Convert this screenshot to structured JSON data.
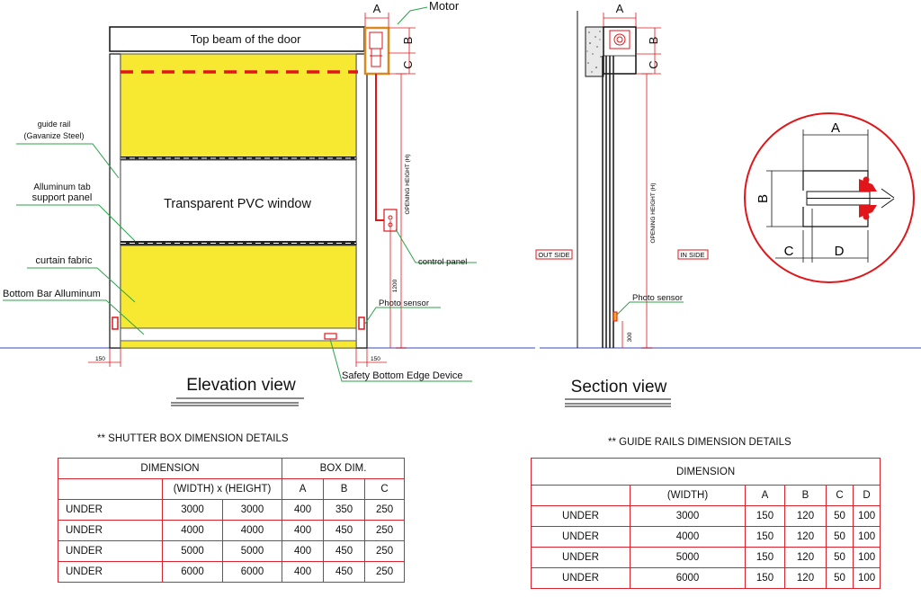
{
  "elevation": {
    "top_beam": "Top beam of the door",
    "motor": "Motor",
    "guide_rail_1": "guide rail",
    "guide_rail_2": "(Gavanize Steel)",
    "alu_tab_1": "Alluminum tab",
    "alu_tab_2": "support panel",
    "window": "Transparent PVC window",
    "curtain": "curtain fabric",
    "bottom_bar": "Bottom Bar Alluminum",
    "control_panel": "control panel",
    "photo_sensor": "Photo sensor",
    "safety_edge": "Safety Bottom Edge Device",
    "opening_height": "OPENING HEIGHT (H)",
    "dim_1200": "1200",
    "dim_150_left": "150",
    "dim_150_right": "150",
    "dim_a": "A",
    "dim_b": "B",
    "dim_c": "C",
    "view_title": "Elevation view"
  },
  "section": {
    "dim_a": "A",
    "dim_b": "B",
    "dim_c": "C",
    "opening_height": "OPENING HEIGHT (H)",
    "outside": "OUT SIDE",
    "inside": "IN SIDE",
    "photo_sensor": "Photo sensor",
    "dim_300": "300",
    "view_title": "Section view"
  },
  "detail": {
    "a": "A",
    "b": "B",
    "c": "C",
    "d": "D"
  },
  "shutter_table": {
    "title": "** SHUTTER BOX DIMENSION DETAILS",
    "header_dimension": "DIMENSION",
    "header_box": "BOX DIM.",
    "header_wh": "(WIDTH) x (HEIGHT)",
    "col_a": "A",
    "col_b": "B",
    "col_c": "C",
    "rows": [
      [
        "UNDER",
        "3000",
        "3000",
        "400",
        "350",
        "250"
      ],
      [
        "UNDER",
        "4000",
        "4000",
        "400",
        "450",
        "250"
      ],
      [
        "UNDER",
        "5000",
        "5000",
        "400",
        "450",
        "250"
      ],
      [
        "UNDER",
        "6000",
        "6000",
        "400",
        "450",
        "250"
      ]
    ]
  },
  "rail_table": {
    "title": "** GUIDE RAILS DIMENSION DETAILS",
    "header_dimension": "DIMENSION",
    "header_width": "(WIDTH)",
    "col_a": "A",
    "col_b": "B",
    "col_c": "C",
    "col_d": "D",
    "rows": [
      [
        "UNDER",
        "3000",
        "150",
        "120",
        "50",
        "100"
      ],
      [
        "UNDER",
        "4000",
        "150",
        "120",
        "50",
        "100"
      ],
      [
        "UNDER",
        "5000",
        "150",
        "120",
        "50",
        "100"
      ],
      [
        "UNDER",
        "6000",
        "150",
        "120",
        "50",
        "100"
      ]
    ]
  }
}
